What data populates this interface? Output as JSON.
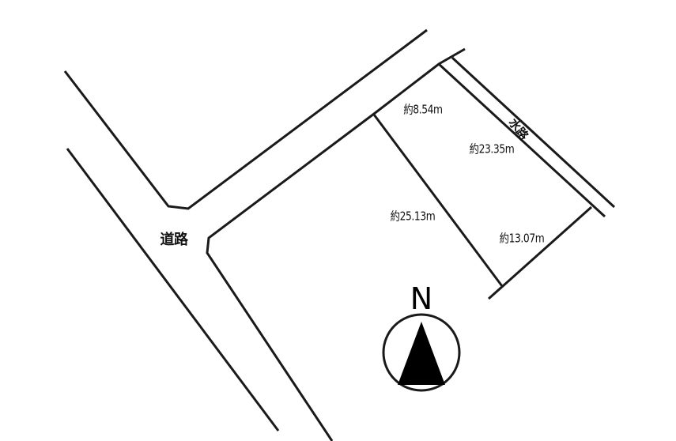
{
  "labels": {
    "road": "道路",
    "waterway": "水路",
    "north": "N"
  },
  "dimensions": {
    "top_frontage": "約8.54m",
    "waterway_side": "約23.35m",
    "left_side": "約25.13m",
    "bottom_side": "約13.07m"
  },
  "colors": {
    "line": "#1a1a1a",
    "background": "#ffffff"
  }
}
